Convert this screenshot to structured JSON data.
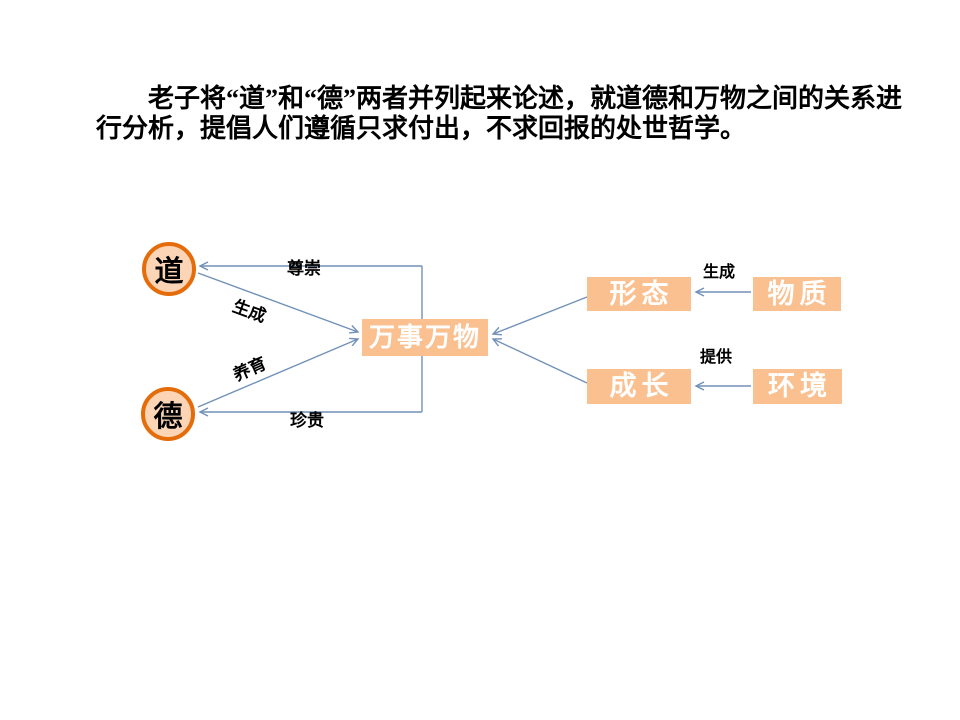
{
  "intro": {
    "lines": [
      "老子将“道”和“德”两者并列起来论述，就道德和万物之间的关系进",
      "行分析，提倡人们遵循只求付出，不求回报的处世哲学。"
    ]
  },
  "diagram": {
    "nodes": {
      "dao": "道",
      "de": "德",
      "center": "万事万物",
      "xingtai": "形态",
      "wuzhi": "物质",
      "chengzhang": "成长",
      "huanjing": "环境"
    },
    "edge_labels": {
      "zuncong": "尊崇",
      "shengcheng_left": "生成",
      "yangyu": "养育",
      "zhengui": "珍贵",
      "shengcheng_right": "生成",
      "tigong": "提供"
    },
    "colors": {
      "line": "#7191B8",
      "box_fill": "#FAC090",
      "circle_fill": "#FBD5B5",
      "circle_border": "#E46C0A",
      "box_text": "#FFFFFF",
      "label_text": "#000000"
    }
  }
}
